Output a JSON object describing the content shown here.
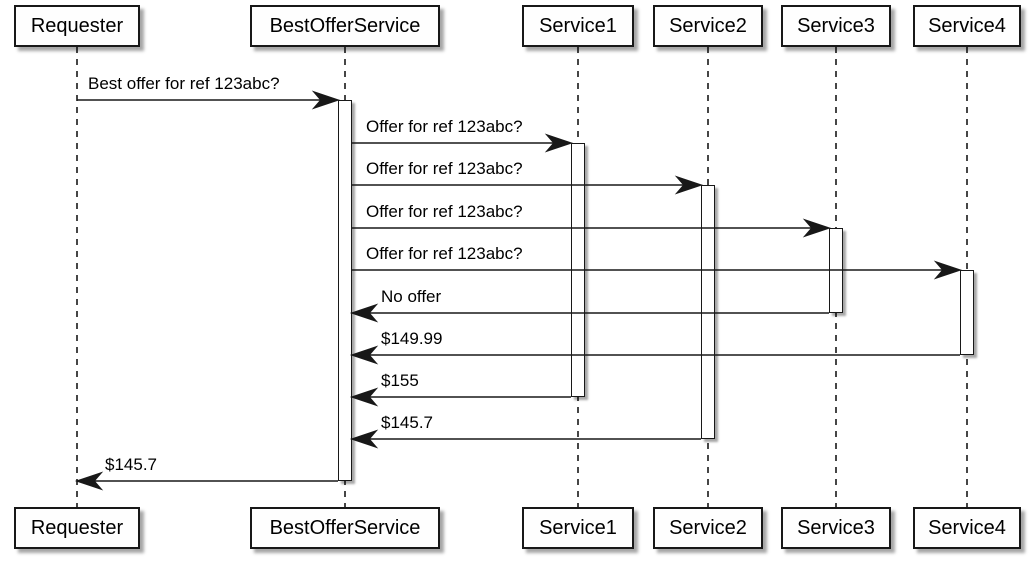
{
  "colors": {
    "line": "#181818",
    "box_fill": "#FEFEFE",
    "background": "#FFFFFF",
    "shadow": "rgba(0,0,0,0.35)"
  },
  "participants": [
    {
      "name": "Requester"
    },
    {
      "name": "BestOfferService"
    },
    {
      "name": "Service1"
    },
    {
      "name": "Service2"
    },
    {
      "name": "Service3"
    },
    {
      "name": "Service4"
    }
  ],
  "messages": [
    {
      "from": "Requester",
      "to": "BestOfferService",
      "label": "Best offer for ref 123abc?",
      "direction": "right"
    },
    {
      "from": "BestOfferService",
      "to": "Service1",
      "label": "Offer for ref 123abc?",
      "direction": "right"
    },
    {
      "from": "BestOfferService",
      "to": "Service2",
      "label": "Offer for ref 123abc?",
      "direction": "right"
    },
    {
      "from": "BestOfferService",
      "to": "Service3",
      "label": "Offer for ref 123abc?",
      "direction": "right"
    },
    {
      "from": "BestOfferService",
      "to": "Service4",
      "label": "Offer for ref 123abc?",
      "direction": "right"
    },
    {
      "from": "Service3",
      "to": "BestOfferService",
      "label": "No offer",
      "direction": "left"
    },
    {
      "from": "Service4",
      "to": "BestOfferService",
      "label": "$149.99",
      "direction": "left"
    },
    {
      "from": "Service1",
      "to": "BestOfferService",
      "label": "$155",
      "direction": "left"
    },
    {
      "from": "Service2",
      "to": "BestOfferService",
      "label": "$145.7",
      "direction": "left"
    },
    {
      "from": "BestOfferService",
      "to": "Requester",
      "label": "$145.7",
      "direction": "left"
    }
  ]
}
